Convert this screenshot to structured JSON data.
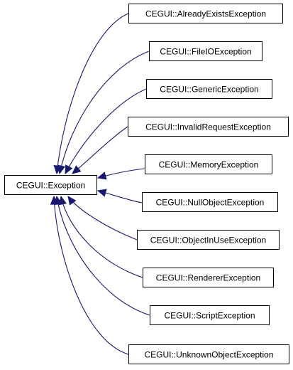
{
  "diagram": {
    "base_class": "CEGUI::Exception",
    "derived_classes": [
      "CEGUI::AlreadyExistsException",
      "CEGUI::FileIOException",
      "CEGUI::GenericException",
      "CEGUI::InvalidRequestException",
      "CEGUI::MemoryException",
      "CEGUI::NullObjectException",
      "CEGUI::ObjectInUseException",
      "CEGUI::RendererException",
      "CEGUI::ScriptException",
      "CEGUI::UnknownObjectException"
    ],
    "colors": {
      "edge": "#191970",
      "node_border": "#000000",
      "node_fill": "#ffffff",
      "background": "#ffffff"
    }
  }
}
